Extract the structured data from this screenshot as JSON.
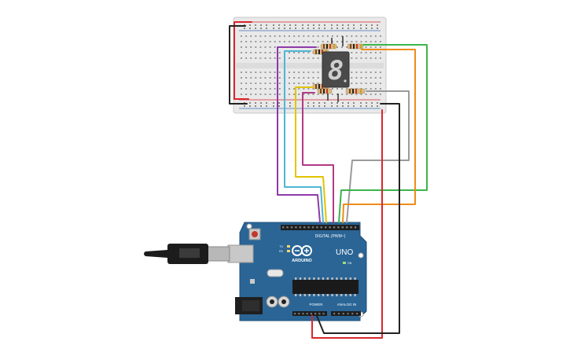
{
  "board": {
    "logo_text": "ARDUINO",
    "model": "UNO",
    "header_digital_label": "DIGITAL (PWM~)",
    "header_power_label": "POWER",
    "header_analog_label": "ANALOG IN",
    "tx_label": "TX",
    "rx_label": "RX",
    "l_label": "L",
    "on_label": "ON"
  },
  "display": {
    "digit": "8"
  },
  "colors": {
    "breadboard": "#e9e9e9",
    "arduino_pcb": "#2a6596",
    "display_body": "#4a4a4a",
    "segment_on": "#cfcfcf",
    "wire_red": "#d9262c",
    "wire_black": "#222222",
    "wire_purple": "#8e3aa8",
    "wire_cyan": "#4fb6d6",
    "wire_yellow": "#e2c400",
    "wire_magenta": "#b23a86",
    "wire_gray": "#9a9a9a",
    "wire_green": "#3bb54a",
    "wire_orange": "#ee8c1a"
  },
  "icons": {
    "usb": "usb-cable-icon",
    "reset": "reset-button-icon",
    "power_jack": "dc-jack-icon",
    "chip": "atmega-chip-icon"
  }
}
